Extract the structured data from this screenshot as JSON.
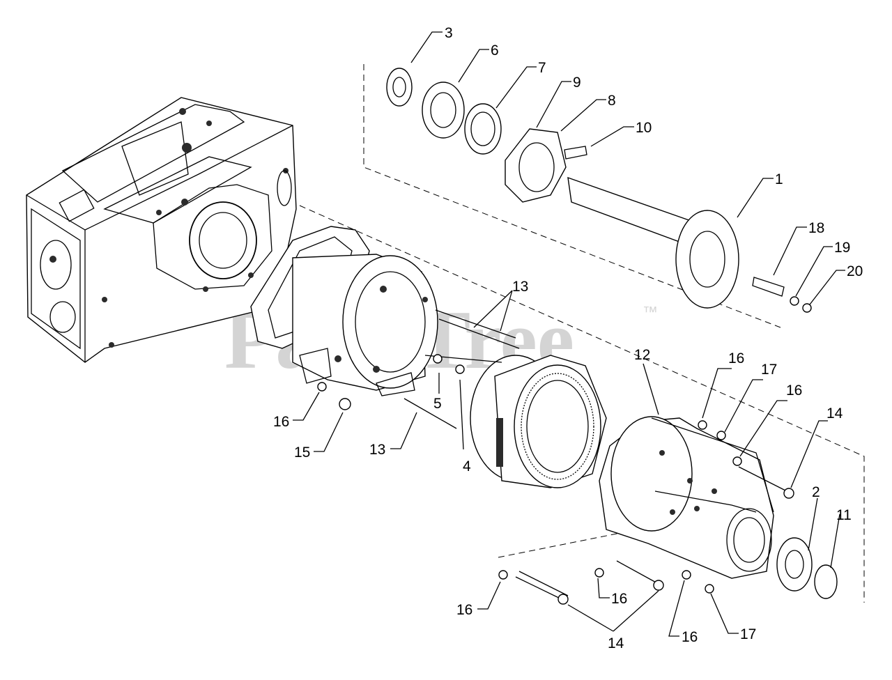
{
  "watermark": {
    "text": "PartsTree",
    "trademark": "™"
  },
  "callouts": [
    {
      "id": "c3a",
      "label": "3"
    },
    {
      "id": "c6",
      "label": "6"
    },
    {
      "id": "c7",
      "label": "7"
    },
    {
      "id": "c9",
      "label": "9"
    },
    {
      "id": "c8",
      "label": "8"
    },
    {
      "id": "c10",
      "label": "10"
    },
    {
      "id": "c1",
      "label": "1"
    },
    {
      "id": "c18",
      "label": "18"
    },
    {
      "id": "c19",
      "label": "19"
    },
    {
      "id": "c20",
      "label": "20"
    },
    {
      "id": "c13a",
      "label": "13"
    },
    {
      "id": "c12",
      "label": "12"
    },
    {
      "id": "c16a",
      "label": "16"
    },
    {
      "id": "c17a",
      "label": "17"
    },
    {
      "id": "c16b",
      "label": "16"
    },
    {
      "id": "c14a",
      "label": "14"
    },
    {
      "id": "c5",
      "label": "5"
    },
    {
      "id": "c4",
      "label": "4"
    },
    {
      "id": "c16c",
      "label": "16"
    },
    {
      "id": "c15",
      "label": "15"
    },
    {
      "id": "c13b",
      "label": "13"
    },
    {
      "id": "c2",
      "label": "2"
    },
    {
      "id": "c11",
      "label": "11"
    },
    {
      "id": "c16d",
      "label": "16"
    },
    {
      "id": "c16e",
      "label": "16"
    },
    {
      "id": "c16f",
      "label": "16"
    },
    {
      "id": "c17b",
      "label": "17"
    },
    {
      "id": "c14b",
      "label": "14"
    }
  ]
}
